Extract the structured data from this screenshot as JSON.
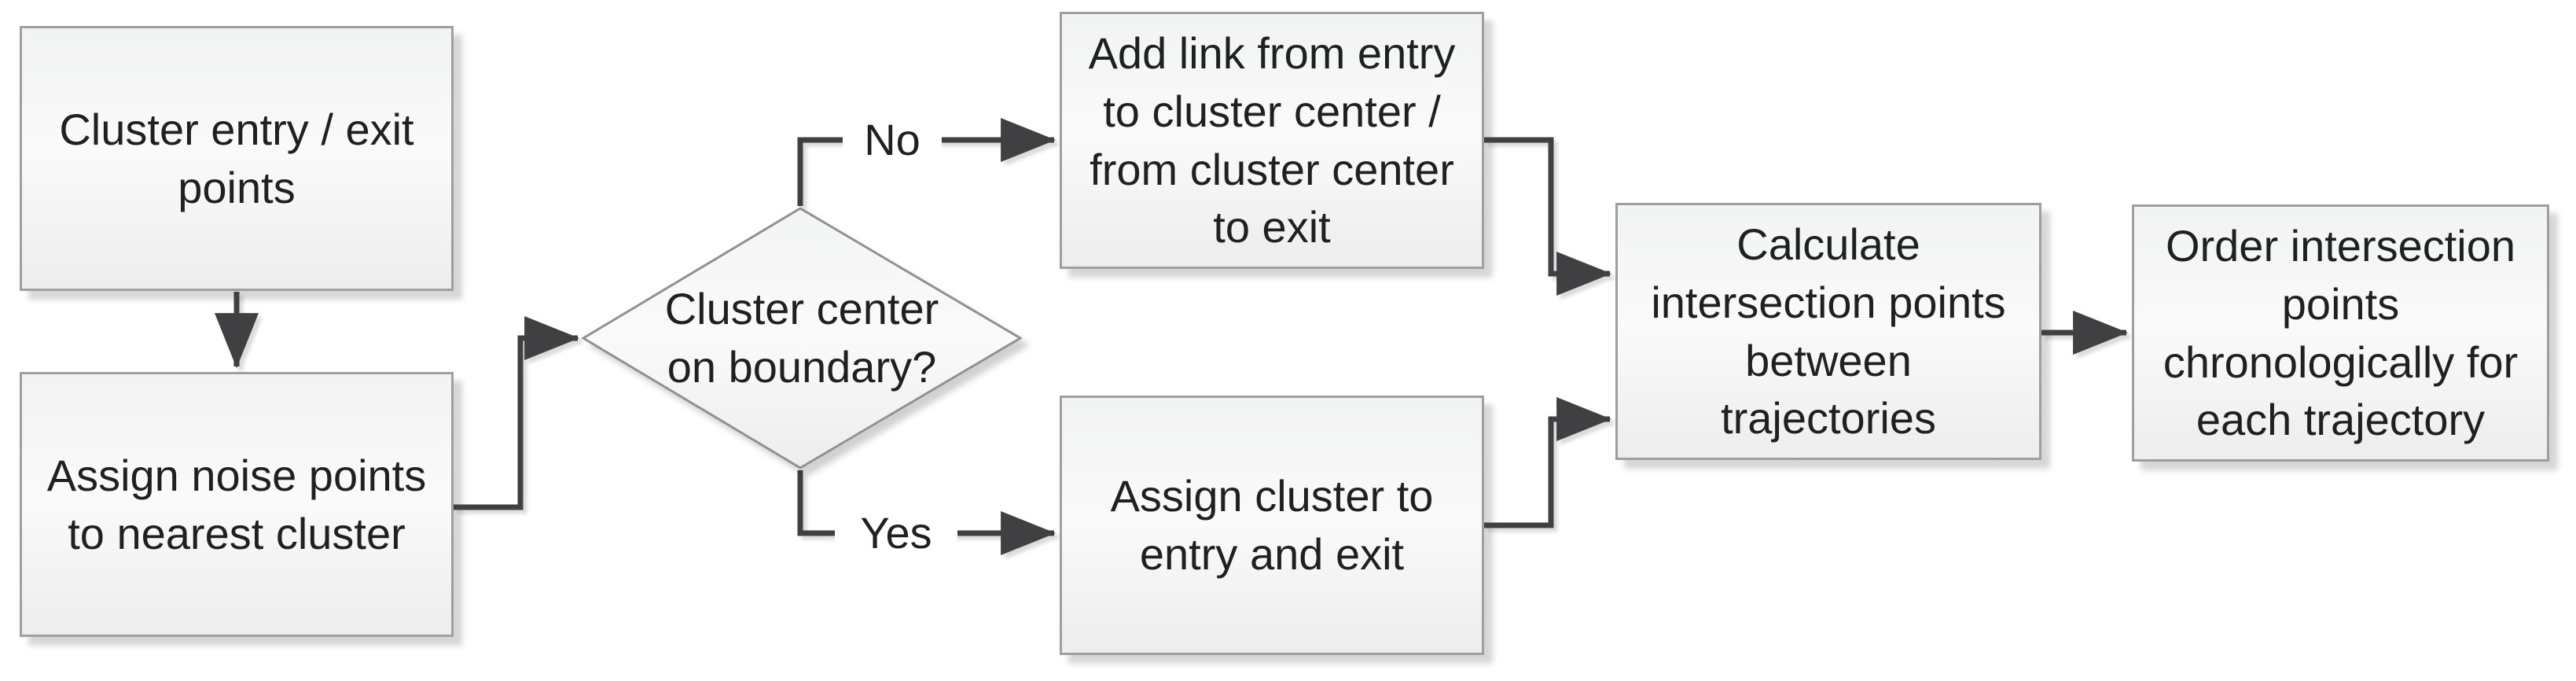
{
  "diagram": {
    "type": "flowchart",
    "nodes": {
      "cluster_entry_exit": {
        "label": "Cluster entry / exit\npoints",
        "shape": "rectangle"
      },
      "assign_noise": {
        "label": "Assign noise points\nto nearest cluster",
        "shape": "rectangle"
      },
      "decision": {
        "label": "Cluster center\non boundary?",
        "shape": "diamond"
      },
      "add_link": {
        "label": "Add link from entry\nto cluster center /\nfrom cluster center\nto exit",
        "shape": "rectangle"
      },
      "assign_cluster": {
        "label": "Assign cluster to\nentry and exit",
        "shape": "rectangle"
      },
      "calc_intersections": {
        "label": "Calculate\nintersection points\nbetween\ntrajectories",
        "shape": "rectangle"
      },
      "order_points": {
        "label": "Order intersection\npoints\nchronologically for\neach trajectory",
        "shape": "rectangle"
      }
    },
    "edge_labels": {
      "no": "No",
      "yes": "Yes"
    },
    "colors": {
      "node_fill_top": "#f2f3f3",
      "node_fill_mid": "#fafafa",
      "node_fill_bottom": "#ededee",
      "node_border": "#9d9fa0",
      "diamond_border": "#8f9192",
      "connector": "#3f4142",
      "text": "#1f2021",
      "background": "#ffffff"
    }
  }
}
